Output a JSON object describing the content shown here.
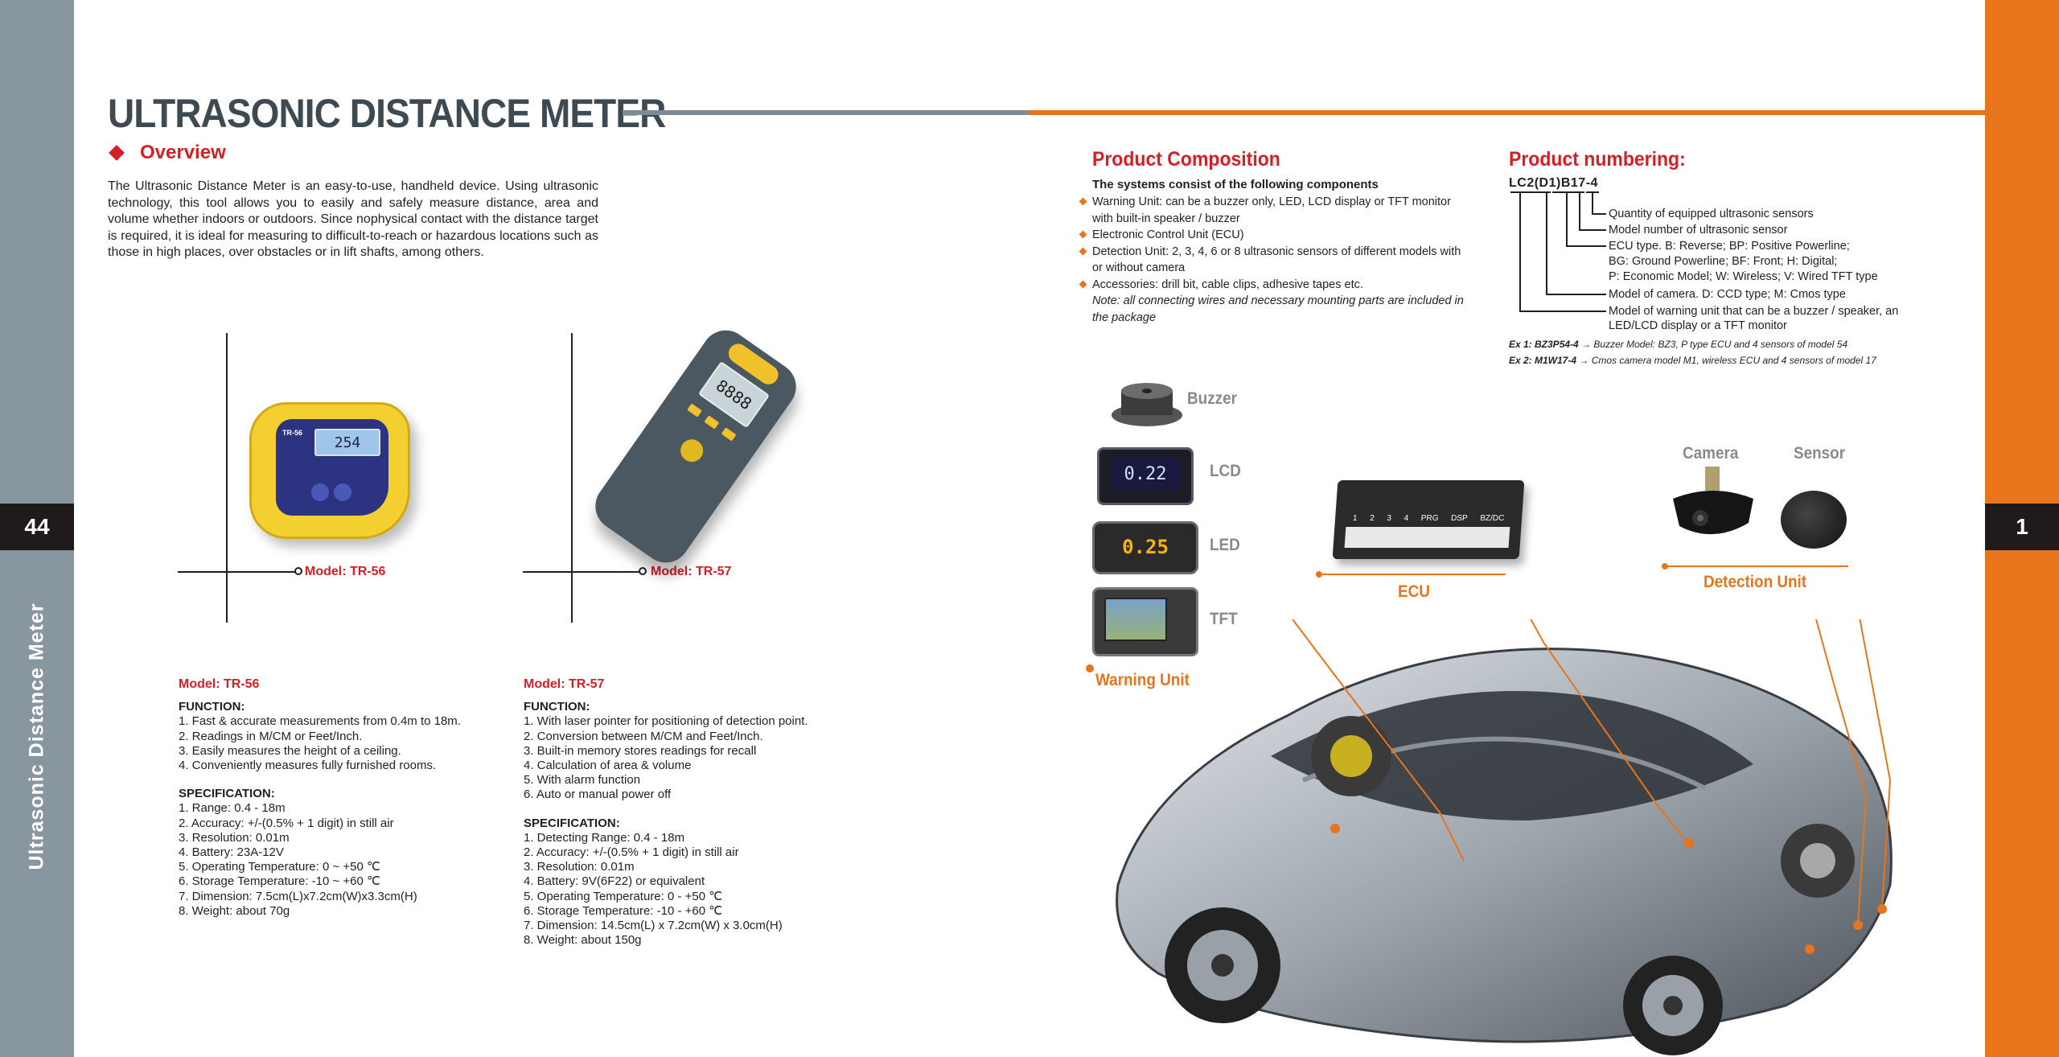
{
  "page": {
    "left_page_number": "44",
    "right_page_number": "1",
    "side_title": "Ultrasonic Distance Meter",
    "title": "ULTRASONIC DISTANCE METER"
  },
  "overview": {
    "heading": "Overview",
    "text": "The Ultrasonic Distance Meter is an easy-to-use, handheld device. Using ultrasonic technology, this tool allows you to easily and safely measure distance, area and volume whether indoors or outdoors. Since nophysical contact with the distance target is required, it is ideal for measuring to difficult-to-reach or hazardous locations such as those in high places, over obstacles or in lift shafts, among others."
  },
  "products": {
    "tr56": {
      "tag": "Model: TR-56",
      "device_label": "TR-56",
      "display": "254",
      "model": "Model: TR-56",
      "function_heading": "FUNCTION:",
      "functions": [
        "1. Fast & accurate measurements from 0.4m to 18m.",
        "2. Readings in M/CM or Feet/Inch.",
        "3. Easily measures the height of a ceiling.",
        "4. Conveniently measures fully furnished rooms."
      ],
      "spec_heading": "SPECIFICATION:",
      "specs": [
        "1. Range: 0.4 - 18m",
        "2. Accuracy: +/-(0.5% + 1 digit) in still air",
        "3. Resolution: 0.01m",
        "4. Battery: 23A-12V",
        "5. Operating Temperature: 0 ~ +50 ℃",
        "6. Storage Temperature: -10 ~ +60 ℃",
        "7. Dimension: 7.5cm(L)x7.2cm(W)x3.3cm(H)",
        "8. Weight: about 70g"
      ]
    },
    "tr57": {
      "tag": "Model: TR-57",
      "display": "8888",
      "model": "Model: TR-57",
      "function_heading": "FUNCTION:",
      "functions": [
        "1. With laser pointer for positioning of detection point.",
        "2. Conversion between M/CM and Feet/Inch.",
        "3. Built-in memory stores readings for recall",
        "4. Calculation of area & volume",
        "5. With alarm function",
        "6. Auto or manual power off"
      ],
      "spec_heading": "SPECIFICATION:",
      "specs": [
        "1. Detecting Range: 0.4 - 18m",
        "2. Accuracy: +/-(0.5% + 1 digit) in still air",
        "3. Resolution: 0.01m",
        "4. Battery: 9V(6F22) or equivalent",
        "5. Operating Temperature: 0 - +50 ℃",
        "6. Storage Temperature: -10 - +60 ℃",
        "7. Dimension: 14.5cm(L) x 7.2cm(W) x 3.0cm(H)",
        "8. Weight: about 150g"
      ]
    }
  },
  "composition": {
    "title": "Product Composition",
    "subtitle": "The systems consist of the following components",
    "items": [
      "Warning Unit: can be a buzzer only, LED, LCD display or TFT monitor with built-in speaker / buzzer",
      "Electronic Control Unit (ECU)",
      "Detection Unit: 2, 3, 4, 6 or 8 ultrasonic sensors of different models with or without camera",
      "Accessories: drill bit, cable clips, adhesive tapes etc."
    ],
    "note": "Note: all connecting wires and necessary mounting parts are included in the package"
  },
  "numbering": {
    "title": "Product numbering:",
    "code": "LC2(D1)B17-4",
    "items": [
      "Quantity of equipped ultrasonic sensors",
      "Model number of ultrasonic sensor",
      "ECU type. B: Reverse; BP: Positive Powerline;",
      "BG: Ground Powerline; BF: Front; H: Digital;",
      "P: Economic Model; W: Wireless; V: Wired TFT type",
      "Model of camera. D: CCD type; M: Cmos type",
      "Model of warning unit that can be a buzzer / speaker, an",
      "LED/LCD display or a TFT monitor"
    ],
    "examples": [
      {
        "code": "Ex 1: BZ3P54-4",
        "desc": "Buzzer Model: BZ3, P type ECU and 4 sensors of model 54"
      },
      {
        "code": "Ex 2: M1W17-4",
        "desc": "Cmos camera model M1, wireless ECU and 4 sensors of model 17"
      }
    ]
  },
  "components": {
    "buzzer": "Buzzer",
    "lcd": "LCD",
    "led": "LED",
    "tft": "TFT",
    "warning_unit": "Warning Unit",
    "ecu": "ECU",
    "camera": "Camera",
    "sensor": "Sensor",
    "detection_unit": "Detection Unit",
    "lcd_display": "0.22",
    "led_display": "0.25",
    "ecu_ports": [
      "1",
      "2",
      "3",
      "4",
      "PRG",
      "DSP",
      "BZ/DC"
    ]
  },
  "colors": {
    "accent_orange": "#e8741c",
    "accent_red": "#d41f26",
    "side_gray": "#8896a0",
    "title_gray": "#3e4a51"
  }
}
